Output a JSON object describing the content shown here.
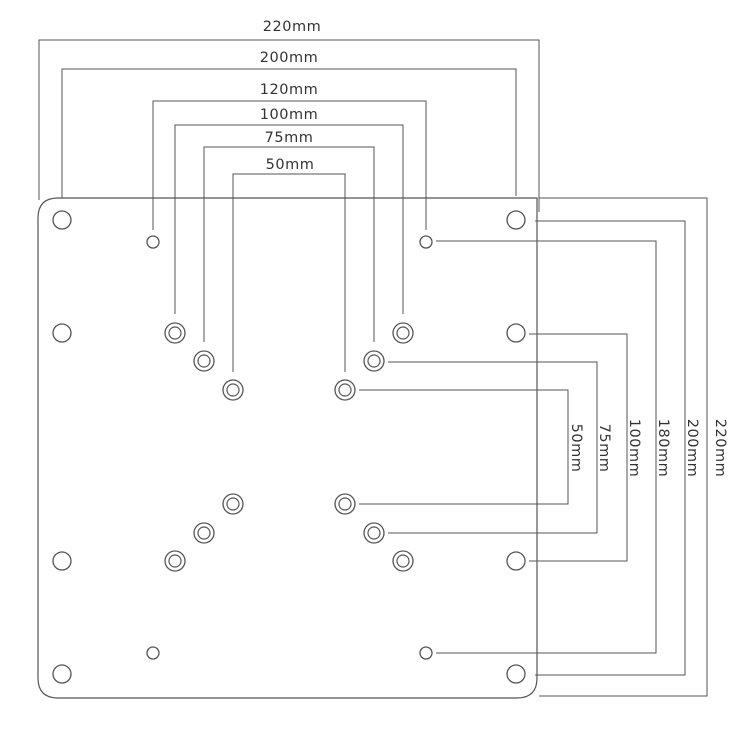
{
  "horizontal_dimensions": [
    {
      "id": "h220",
      "label": "220mm"
    },
    {
      "id": "h200",
      "label": "200mm"
    },
    {
      "id": "h120",
      "label": "120mm"
    },
    {
      "id": "h100",
      "label": "100mm"
    },
    {
      "id": "h75",
      "label": "75mm"
    },
    {
      "id": "h50",
      "label": "50mm"
    }
  ],
  "vertical_dimensions": [
    {
      "id": "v50",
      "label": "50mm"
    },
    {
      "id": "v75",
      "label": "75mm"
    },
    {
      "id": "v100",
      "label": "100mm"
    },
    {
      "id": "v180",
      "label": "180mm"
    },
    {
      "id": "v200",
      "label": "200mm"
    },
    {
      "id": "v220",
      "label": "220mm"
    }
  ]
}
